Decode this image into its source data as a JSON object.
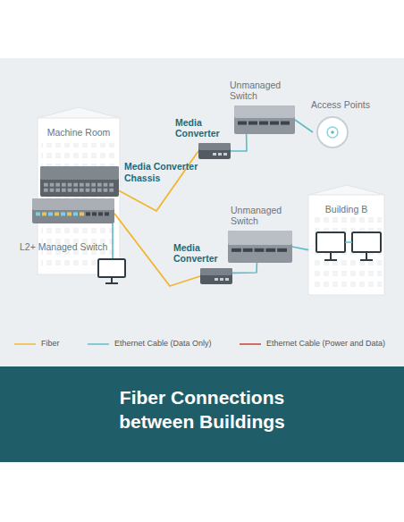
{
  "diagram": {
    "title": "Fiber Connections between Buildings",
    "nodes": [
      {
        "text": [
          "Unmanaged Switch"
        ]
      },
      {
        "text": [
          "Access Points"
        ]
      },
      {
        "text": [
          "Media Converter"
        ]
      },
      {
        "text": [
          "Machine Room"
        ]
      },
      {
        "text": [
          "Media Converter Chassis"
        ]
      },
      {
        "text": [
          "L2+ Managed Switch"
        ]
      },
      {
        "text": [
          "Building B"
        ]
      },
      {
        "text": [
          "Unmanaged Switch"
        ]
      },
      {
        "text": [
          "Media Converter"
        ]
      }
    ],
    "edges": [
      {
        "from": 4,
        "to": 2,
        "arrow": "none"
      },
      {
        "from": 2,
        "to": 0,
        "arrow": "none"
      },
      {
        "from": 0,
        "to": 1,
        "arrow": "none"
      },
      {
        "from": 5,
        "to": 8,
        "arrow": "none"
      },
      {
        "from": 8,
        "to": 7,
        "arrow": "none"
      },
      {
        "from": 7,
        "to": 6,
        "arrow": "none"
      }
    ],
    "legend": [
      {
        "text": "Fiber"
      },
      {
        "text": "Ethernet Cable (Data Only)"
      },
      {
        "text": "Ethernet Cable (Power and Data)"
      }
    ]
  }
}
